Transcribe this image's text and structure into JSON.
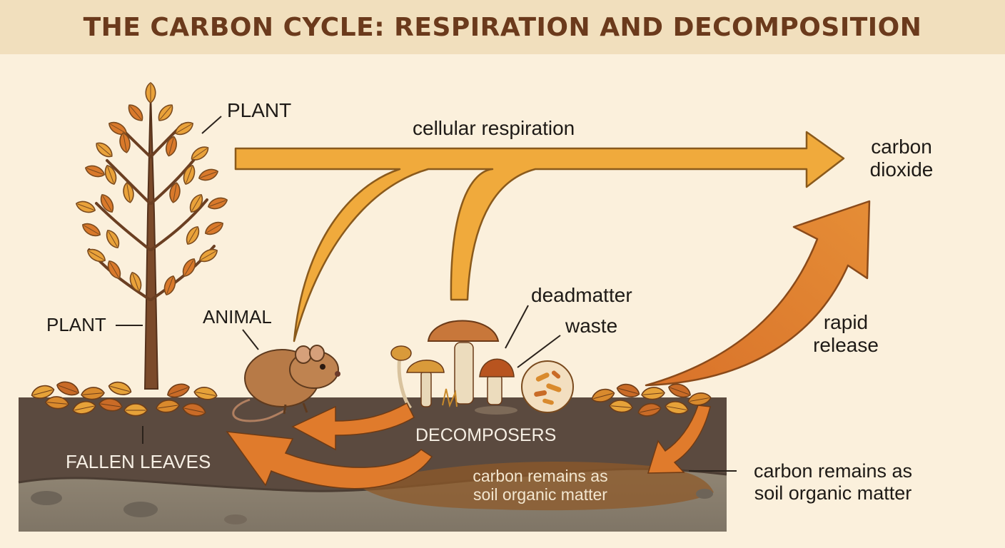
{
  "title": "THE CARBON CYCLE: RESPIRATION AND DECOMPOSITION",
  "labels": {
    "plant_top": "PLANT",
    "plant_left": "PLANT",
    "animal": "ANIMAL",
    "cellular_respiration": "cellular respiration",
    "carbon_dioxide_line1": "carbon",
    "carbon_dioxide_line2": "dioxide",
    "deadmatter": "deadmatter",
    "waste": "waste",
    "rapid_release_line1": "rapid",
    "rapid_release_line2": "release",
    "decomposers": "DECOMPOSERS",
    "fallen_leaves": "FALLEN LEAVES",
    "soil_inner_line1": "carbon remains as",
    "soil_inner_line2": "soil organic matter",
    "soil_right_line1": "carbon remains as",
    "soil_right_line2": "soil organic matter"
  },
  "colors": {
    "title_bar": "#f1dfbd",
    "title_text": "#6b3a1c",
    "background": "#fbf0dc",
    "arrow_yellow": "#f0aa3c",
    "arrow_orange": "#e07b2c",
    "soil_dark": "#5b4a3f",
    "soil_rock": "#8d8272"
  }
}
